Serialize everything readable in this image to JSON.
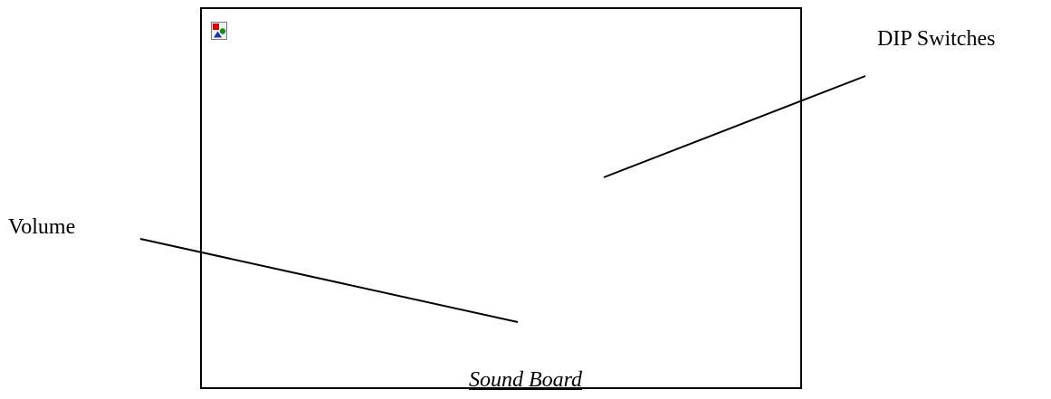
{
  "figure": {
    "placeholder_icon": "broken-image-icon",
    "callouts": [
      {
        "label": "DIP Switches"
      },
      {
        "label": "Volume"
      }
    ],
    "caption": "Sound Board"
  },
  "colors": {
    "line": "#000000",
    "background": "#ffffff",
    "icon_red": "#d40000",
    "icon_green": "#1a8a1a",
    "icon_blue": "#1a2fb0"
  }
}
